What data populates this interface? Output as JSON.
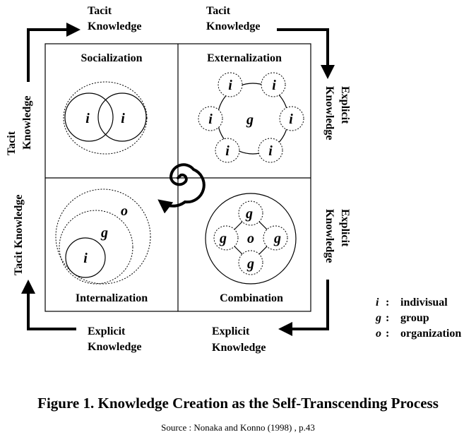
{
  "quadrants": {
    "socialization": "Socialization",
    "externalization": "Externalization",
    "internalization": "Internalization",
    "combination": "Combination"
  },
  "outer_labels": {
    "top_left": [
      "Tacit",
      "Knowledge"
    ],
    "top_right": [
      "Tacit",
      "Knowledge"
    ],
    "right_top": [
      "Explicit",
      "Knowledge"
    ],
    "right_bottom": [
      "Explicit",
      "Knowledge"
    ],
    "bottom_left": [
      "Explicit",
      "Knowledge"
    ],
    "bottom_right": [
      "Explicit",
      "Knowledge"
    ],
    "left_top": [
      "Tacit",
      "Knowledge"
    ],
    "left_bottom": "Tacit Knowledge"
  },
  "nodes": {
    "individual": "i",
    "group": "g",
    "organization": "o"
  },
  "legend": [
    {
      "symbol": "i",
      "sep": ":",
      "label": "indivisual"
    },
    {
      "symbol": "g",
      "sep": ":",
      "label": "group"
    },
    {
      "symbol": "o",
      "sep": ":",
      "label": "organization"
    }
  ],
  "caption": "Figure 1.  Knowledge Creation as the Self-Transcending Process",
  "source": "Source :  Nonaka and Konno (1998) , p.43"
}
